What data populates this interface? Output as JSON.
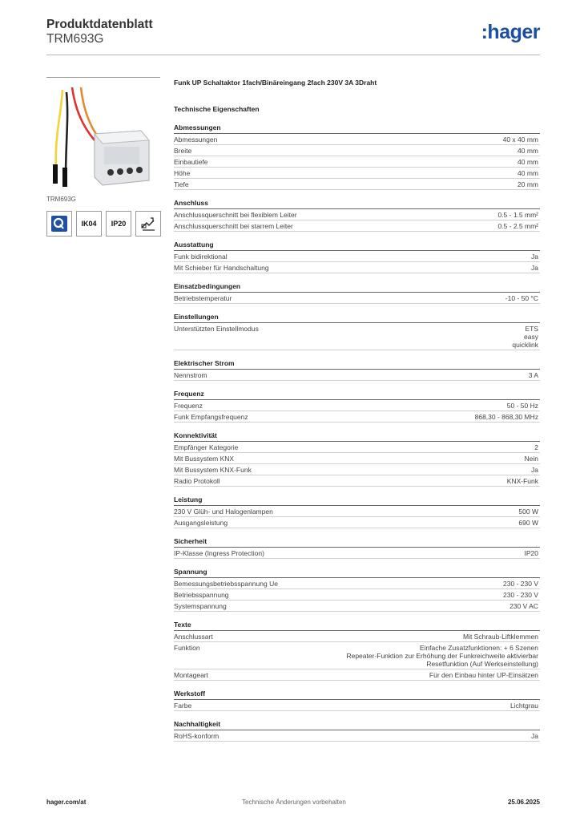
{
  "header": {
    "title": "Produktdatenblatt",
    "subtitle": "TRM693G",
    "logo": ":hager"
  },
  "product": {
    "image_caption": "TRM693G",
    "badges": [
      "IK04",
      "IP20"
    ],
    "name": "Funk UP Schaltaktor 1fach/Binäreingang 2fach 230V 3A 3Draht",
    "tech_heading": "Technische Eigenschaften"
  },
  "sections": [
    {
      "title": "Abmessungen",
      "rows": [
        {
          "label": "Abmessungen",
          "value": "40 x 40 mm"
        },
        {
          "label": "Breite",
          "value": "40 mm"
        },
        {
          "label": "Einbautiefe",
          "value": "40 mm"
        },
        {
          "label": "Höhe",
          "value": "40 mm"
        },
        {
          "label": "Tiefe",
          "value": "20 mm"
        }
      ]
    },
    {
      "title": "Anschluss",
      "rows": [
        {
          "label": "Anschlussquerschnitt bei flexiblem Leiter",
          "value": "0.5 - 1.5 mm²"
        },
        {
          "label": "Anschlussquerschnitt bei starrem Leiter",
          "value": "0.5 - 2.5 mm²"
        }
      ]
    },
    {
      "title": "Ausstattung",
      "rows": [
        {
          "label": "Funk bidirektional",
          "value": "Ja"
        },
        {
          "label": "Mit Schieber für Handschaltung",
          "value": "Ja"
        }
      ]
    },
    {
      "title": "Einsatzbedingungen",
      "rows": [
        {
          "label": "Betriebstemperatur",
          "value": "-10 - 50 °C"
        }
      ]
    },
    {
      "title": "Einstellungen",
      "rows": [
        {
          "label": "Unterstützten Einstellmodus",
          "value": "ETS\neasy\nquicklink"
        }
      ]
    },
    {
      "title": "Elektrischer Strom",
      "rows": [
        {
          "label": "Nennstrom",
          "value": "3 A"
        }
      ]
    },
    {
      "title": "Frequenz",
      "rows": [
        {
          "label": "Frequenz",
          "value": "50 - 50 Hz"
        },
        {
          "label": "Funk Empfangsfrequenz",
          "value": "868,30 - 868,30 MHz"
        }
      ]
    },
    {
      "title": "Konnektivität",
      "rows": [
        {
          "label": "Empfänger Kategorie",
          "value": "2"
        },
        {
          "label": "Mit Bussystem KNX",
          "value": "Nein"
        },
        {
          "label": "Mit Bussystem KNX-Funk",
          "value": "Ja"
        },
        {
          "label": "Radio Protokoll",
          "value": "KNX-Funk"
        }
      ]
    },
    {
      "title": "Leistung",
      "rows": [
        {
          "label": "230 V Glüh- und Halogenlampen",
          "value": "500 W"
        },
        {
          "label": "Ausgangsleistung",
          "value": "690 W"
        }
      ]
    },
    {
      "title": "Sicherheit",
      "rows": [
        {
          "label": "IP-Klasse (Ingress Protection)",
          "value": "IP20"
        }
      ]
    },
    {
      "title": "Spannung",
      "rows": [
        {
          "label": "Bemessungsbetriebsspannung Ue",
          "value": "230 - 230 V"
        },
        {
          "label": "Betriebsspannung",
          "value": "230 - 230 V"
        },
        {
          "label": "Systemspannung",
          "value": "230 V AC"
        }
      ]
    },
    {
      "title": "Texte",
      "rows": [
        {
          "label": "Anschlussart",
          "value": "Mit Schraub-Liftklemmen"
        },
        {
          "label": "Funktion",
          "value": "Einfache Zusatzfunktionen: + 6 Szenen\nRepeater-Funktion zur Erhöhung der Funkreichweite aktivierbar\nResetfunktion (Auf Werkseinstellung)"
        },
        {
          "label": "Montageart",
          "value": "Für den Einbau hinter UP-Einsätzen"
        }
      ]
    },
    {
      "title": "Werkstoff",
      "rows": [
        {
          "label": "Farbe",
          "value": "Lichtgrau"
        }
      ]
    },
    {
      "title": "Nachhaltigkeit",
      "rows": [
        {
          "label": "RoHS-konform",
          "value": "Ja"
        }
      ]
    }
  ],
  "footer": {
    "left": "hager.com/at",
    "center": "Technische Änderungen vorbehalten",
    "right": "25.06.2025"
  }
}
